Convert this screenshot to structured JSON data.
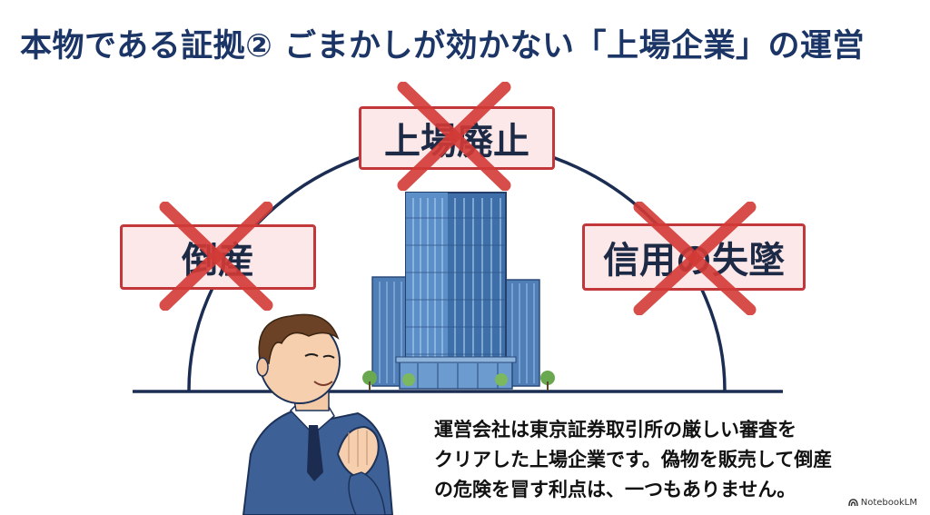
{
  "title": "本物である証拠② ごまかしが効かない「上場企業」の運営",
  "risks": {
    "top": "上場廃止",
    "left": "倒産",
    "right": "信用の失墜"
  },
  "description": {
    "line1": "運営会社は東京証券取引所の厳しい審査を",
    "line2": "クリアした上場企業です。偽物を販売して倒産",
    "line3": "の危険を冒す利点は、一つもありません。"
  },
  "brand": "NotebookLM",
  "colors": {
    "title": "#1b3566",
    "cross": "#d33a36",
    "label_bg": "#fce8e8",
    "label_border": "#c2373a",
    "dome": "#1b2d52"
  }
}
